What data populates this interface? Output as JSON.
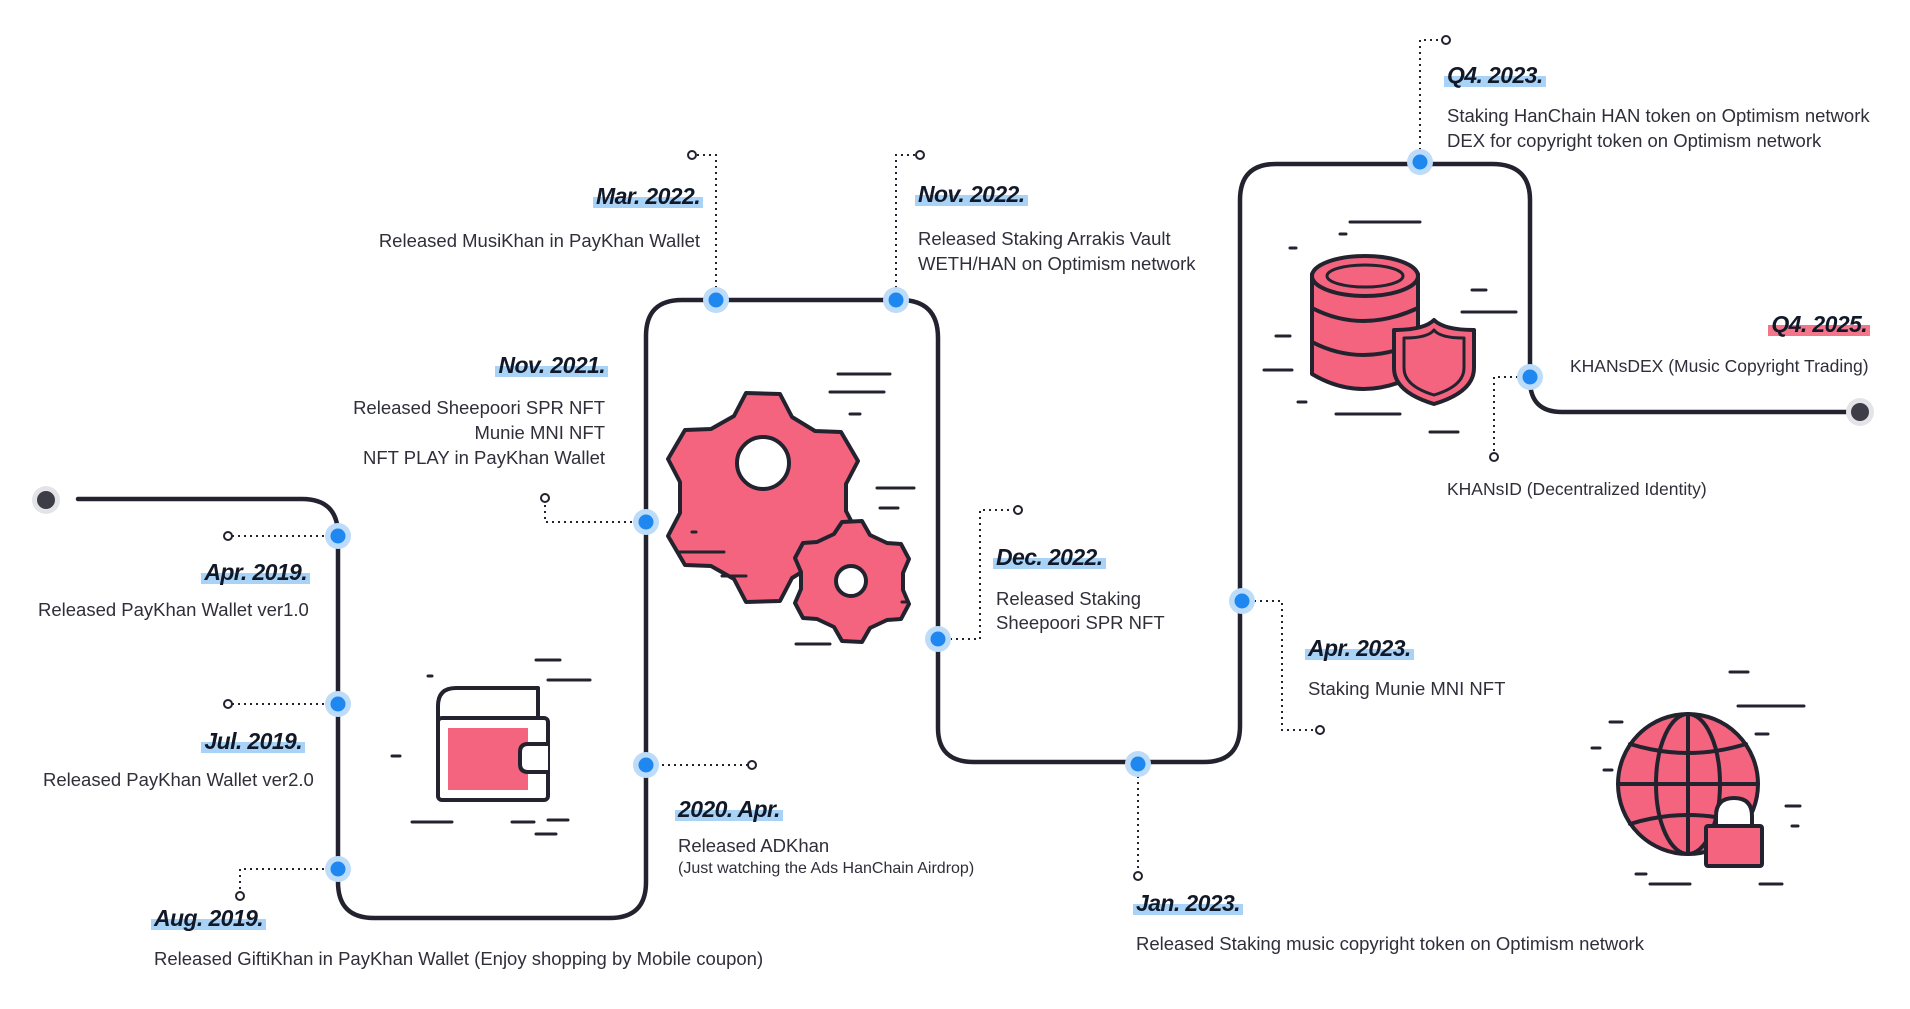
{
  "colors": {
    "path": "#23232f",
    "node_fill": "#1e88f0",
    "node_ring": "#bcdcfa",
    "endpoint": "#3d3d47",
    "accent": "#f4647e",
    "date_highlight": "#a9d3f6",
    "future_highlight": "#f4748a"
  },
  "milestones": [
    {
      "id": "apr-2019",
      "date": "Apr. 2019.",
      "lines": [
        "Released PayKhan Wallet ver1.0"
      ]
    },
    {
      "id": "jul-2019",
      "date": "Jul. 2019.",
      "lines": [
        "Released PayKhan Wallet ver2.0"
      ]
    },
    {
      "id": "aug-2019",
      "date": "Aug. 2019.",
      "lines": [
        "Released GiftiKhan in PayKhan Wallet (Enjoy shopping by Mobile coupon)"
      ]
    },
    {
      "id": "apr-2020",
      "date": "2020. Apr.",
      "lines": [
        "Released ADKhan"
      ],
      "sub": "(Just watching the Ads HanChain Airdrop)"
    },
    {
      "id": "nov-2021",
      "date": "Nov. 2021.",
      "lines": [
        "Released Sheepoori SPR NFT",
        "Munie MNI NFT",
        "NFT PLAY in PayKhan Wallet"
      ]
    },
    {
      "id": "mar-2022",
      "date": "Mar. 2022.",
      "lines": [
        "Released MusiKhan in PayKhan Wallet"
      ]
    },
    {
      "id": "nov-2022",
      "date": "Nov. 2022.",
      "lines": [
        "Released Staking Arrakis Vault",
        "WETH/HAN on Optimism network"
      ]
    },
    {
      "id": "dec-2022",
      "date": "Dec. 2022.",
      "lines": [
        "Released Staking",
        "Sheepoori SPR NFT"
      ]
    },
    {
      "id": "jan-2023",
      "date": "Jan. 2023.",
      "lines": [
        "Released Staking music copyright token on Optimism network"
      ]
    },
    {
      "id": "apr-2023",
      "date": "Apr. 2023.",
      "lines": [
        "Staking Munie MNI NFT"
      ]
    },
    {
      "id": "q4-2023",
      "date": "Q4. 2023.",
      "lines": [
        "Staking HanChain HAN token on Optimism network",
        "DEX for copyright token on Optimism network"
      ]
    },
    {
      "id": "q4-2025",
      "date": "Q4. 2025.",
      "lines": [
        "KHANsDEX (Music Copyright Trading)"
      ]
    },
    {
      "id": "khansid",
      "date": "",
      "lines": [
        "KHANsID (Decentralized Identity)"
      ]
    }
  ],
  "icons": {
    "wallet": "wallet-icon",
    "gears": "gears-icon",
    "database": "database-shield-icon",
    "globe": "globe-lock-icon"
  }
}
